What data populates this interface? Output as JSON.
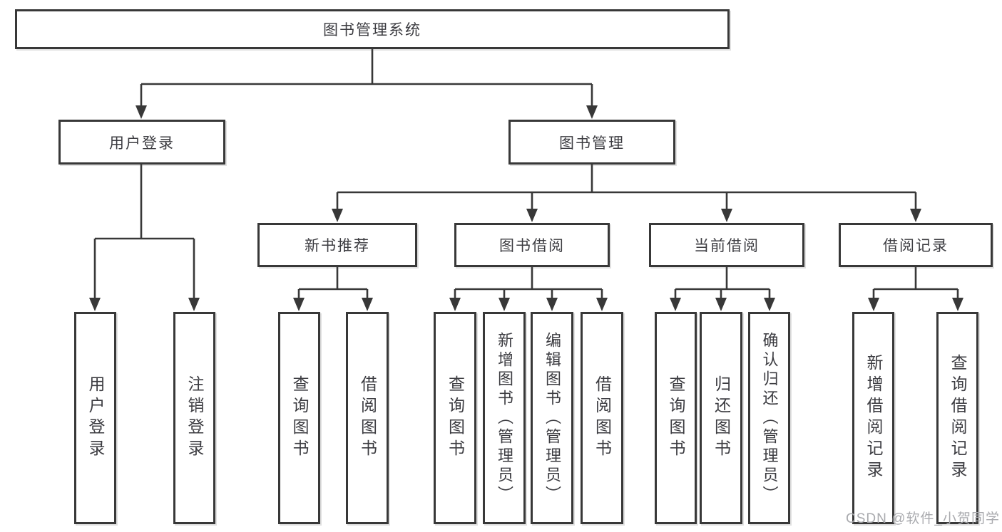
{
  "diagram": {
    "title_node": "图书管理系统",
    "level2": {
      "user_login": "用户登录",
      "book_management": "图书管理"
    },
    "level3": {
      "new_book_recommend": "新书推荐",
      "book_borrow": "图书借阅",
      "current_borrow": "当前借阅",
      "borrow_records": "借阅记录"
    },
    "leaves": {
      "user_login": [
        "用户登录",
        "注销登录"
      ],
      "new_book_recommend": [
        "查询图书",
        "借阅图书"
      ],
      "book_borrow": [
        "查询图书",
        "新增图书（管理员）",
        "编辑图书（管理员）",
        "借阅图书"
      ],
      "current_borrow": [
        "查询图书",
        "归还图书",
        "确认归还（管理员）"
      ],
      "borrow_records": [
        "新增借阅记录",
        "查询借阅记录"
      ]
    }
  },
  "watermark": "CSDN @软件_小贺同学",
  "colors": {
    "line": "#383838",
    "text": "#3c3c41",
    "watermark": "#a9aaae"
  }
}
